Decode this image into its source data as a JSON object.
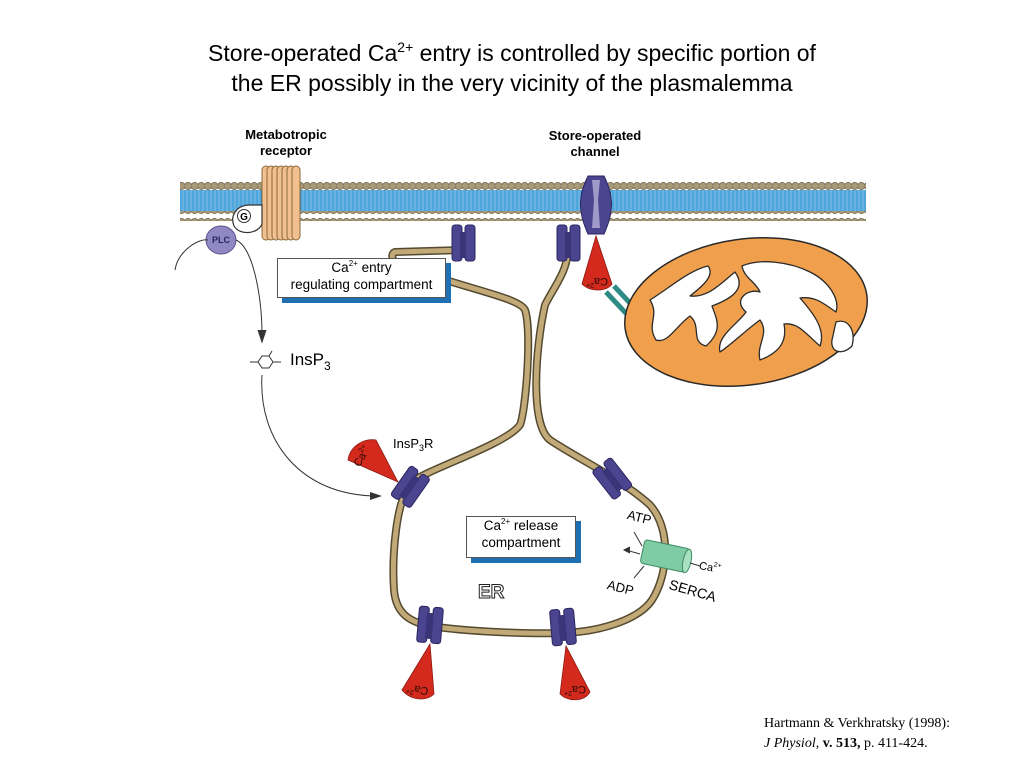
{
  "title": {
    "line1_before": "Store-operated Ca",
    "line1_sup": "2+",
    "line1_after": " entry is controlled by specific portion of",
    "line2": "the ER possibly in the very vicinity of the plasmalemma"
  },
  "labels": {
    "metabotropic_line1": "Metabotropic",
    "metabotropic_line2": "receptor",
    "store_operated_line1": "Store-operated",
    "store_operated_line2": "channel",
    "g_protein": "G",
    "plc": "PLC",
    "insp3": "InsP",
    "insp3_sub": "3",
    "insp3r": "InsP",
    "insp3r_sub": "3",
    "insp3r_suffix": "R",
    "atp": "ATP",
    "adp": "ADP",
    "serca": "SERCA",
    "er": "ER",
    "ca_serca": "Ca",
    "ca_serca_sup": "2+",
    "ca_cone": "Ca",
    "ca_cone_sup": "2+"
  },
  "boxes": {
    "entry_before": "Ca",
    "entry_sup": "2+",
    "entry_after": " entry",
    "entry_line2": "regulating compartment",
    "release_before": "Ca",
    "release_sup": "2+",
    "release_after": " release",
    "release_line2": "compartment"
  },
  "citation": {
    "authors": "Hartmann & Verkhratsky (1998):",
    "journal": "J Physiol,",
    "volume": " v. 513,",
    "pages": " p. 411-424."
  },
  "colors": {
    "membrane_head": "#a89a78",
    "membrane_tail": "#3aa0d8",
    "er_membrane": "#c2a978",
    "channel": "#4b4590",
    "cone": "#d42a1e",
    "mitochondrion": "#f0a04c",
    "receptor": "#f2c08e",
    "serca": "#7fcca4",
    "plc": "#9088c2",
    "box_shadow": "#1f6fb4"
  }
}
